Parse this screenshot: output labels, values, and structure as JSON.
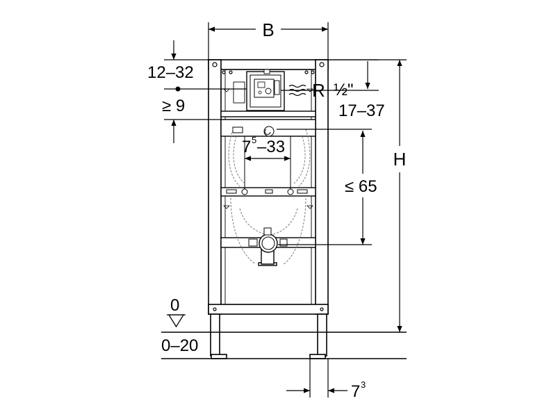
{
  "dimensions": {
    "width_label": "B",
    "height_label": "H",
    "top_range": "12–32",
    "min_9": "≥ 9",
    "thread_prefix": "R",
    "thread_size": "½\"",
    "pipe_range": "17–37",
    "spacing_base": "7",
    "spacing_sup": "5",
    "spacing_end": "–33",
    "max_65": "≤ 65",
    "floor_zero": "0",
    "floor_range": "0–20",
    "offset_base": "7",
    "offset_sup": "3"
  },
  "colors": {
    "line": "#000000",
    "frame_fill": "#ffffff",
    "hidden": "#7a7a7a"
  }
}
